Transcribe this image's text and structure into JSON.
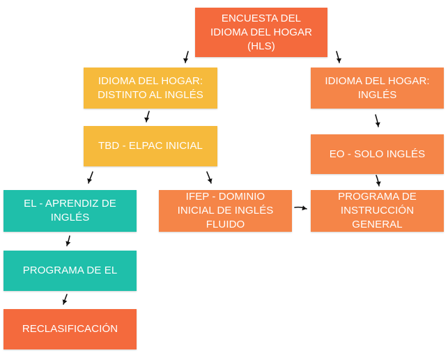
{
  "colors": {
    "orange_red": "#F46A3D",
    "orange": "#F58548",
    "yellow": "#F6BA3C",
    "teal": "#1FBFAA",
    "arrow": "#111111"
  },
  "nodes": {
    "hls": {
      "lines": [
        "ENCUESTA DEL",
        "IDIOMA DEL HOGAR",
        "(HLS)"
      ]
    },
    "distinto": {
      "lines": [
        "IDIOMA DEL HOGAR:",
        "DISTINTO AL INGLÉS"
      ]
    },
    "ingles": {
      "lines": [
        "IDIOMA DEL HOGAR:",
        "INGLÉS"
      ]
    },
    "tbd": {
      "lines": [
        "TBD - ELPAC INICIAL"
      ]
    },
    "eo": {
      "lines": [
        "EO - SOLO INGLÉS"
      ]
    },
    "el": {
      "lines": [
        "EL - APRENDIZ DE",
        "INGLÉS"
      ]
    },
    "ifep": {
      "lines": [
        "IFEP - DOMINIO",
        "INICIAL DE INGLÉS",
        "FLUIDO"
      ]
    },
    "programa_general": {
      "lines": [
        "PROGRAMA DE",
        "INSTRUCCIÓN",
        "GENERAL"
      ]
    },
    "programa_el": {
      "lines": [
        "PROGRAMA DE EL"
      ]
    },
    "reclasificacion": {
      "lines": [
        "RECLASIFICACIÓN"
      ]
    }
  },
  "edges": [
    {
      "from": "hls",
      "to": "distinto"
    },
    {
      "from": "hls",
      "to": "ingles"
    },
    {
      "from": "distinto",
      "to": "tbd"
    },
    {
      "from": "ingles",
      "to": "eo"
    },
    {
      "from": "tbd",
      "to": "el"
    },
    {
      "from": "tbd",
      "to": "ifep"
    },
    {
      "from": "eo",
      "to": "programa_general"
    },
    {
      "from": "ifep",
      "to": "programa_general"
    },
    {
      "from": "el",
      "to": "programa_el"
    },
    {
      "from": "programa_el",
      "to": "reclasificacion"
    }
  ]
}
